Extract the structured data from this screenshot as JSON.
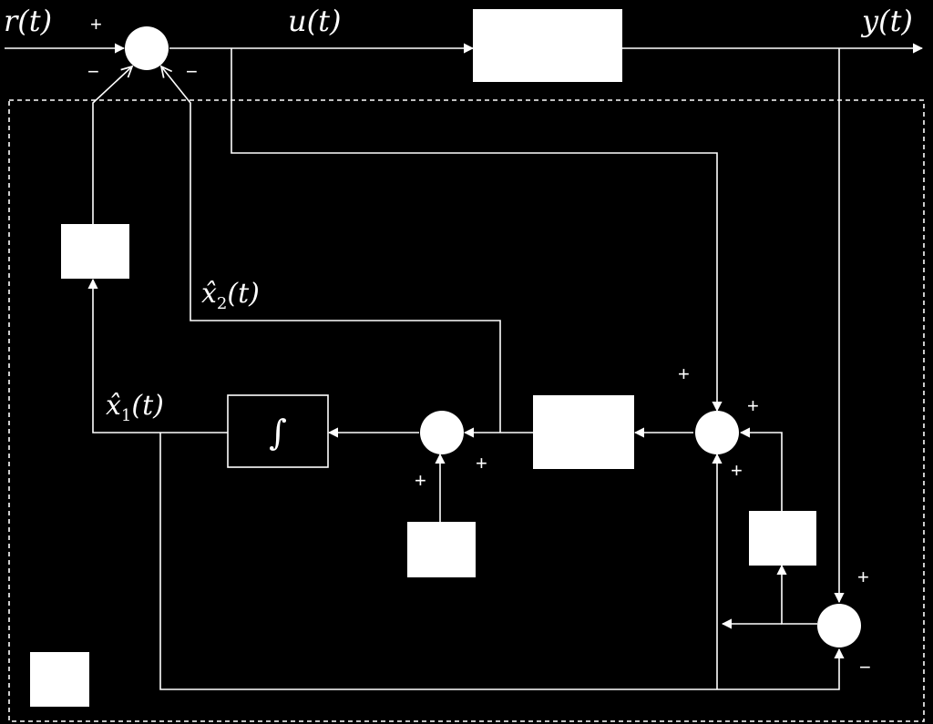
{
  "signals": {
    "r": "r(t)",
    "u": "u(t)",
    "y": "y(t)",
    "x1": "x̂",
    "x1_sub": "1",
    "x1_arg": "(t)",
    "x2": "x̂",
    "x2_sub": "2",
    "x2_arg": "(t)"
  },
  "signs": {
    "plus": "+",
    "minus": "−"
  },
  "integrator": {
    "symbol": "∫"
  }
}
